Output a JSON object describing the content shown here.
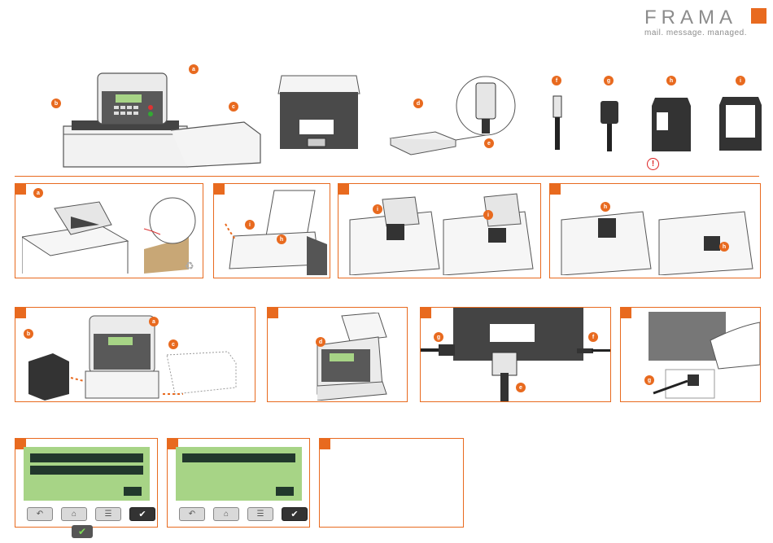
{
  "brand": {
    "name": "FRAMA",
    "tagline": "mail. message. managed.",
    "accent": "#e86a1f"
  },
  "callouts": {
    "a": "a",
    "b": "b",
    "c": "c",
    "d": "d",
    "e": "e",
    "f": "f",
    "g": "g",
    "h": "h",
    "i": "i"
  },
  "colors": {
    "lcd": "#a7d486",
    "lcd_text": "#22382c",
    "device": "#4a4a4a",
    "line": "#555555"
  },
  "softkeys": [
    "back-icon",
    "home-icon",
    "menu-icon",
    "check-icon"
  ],
  "footer_icon": "check-icon"
}
